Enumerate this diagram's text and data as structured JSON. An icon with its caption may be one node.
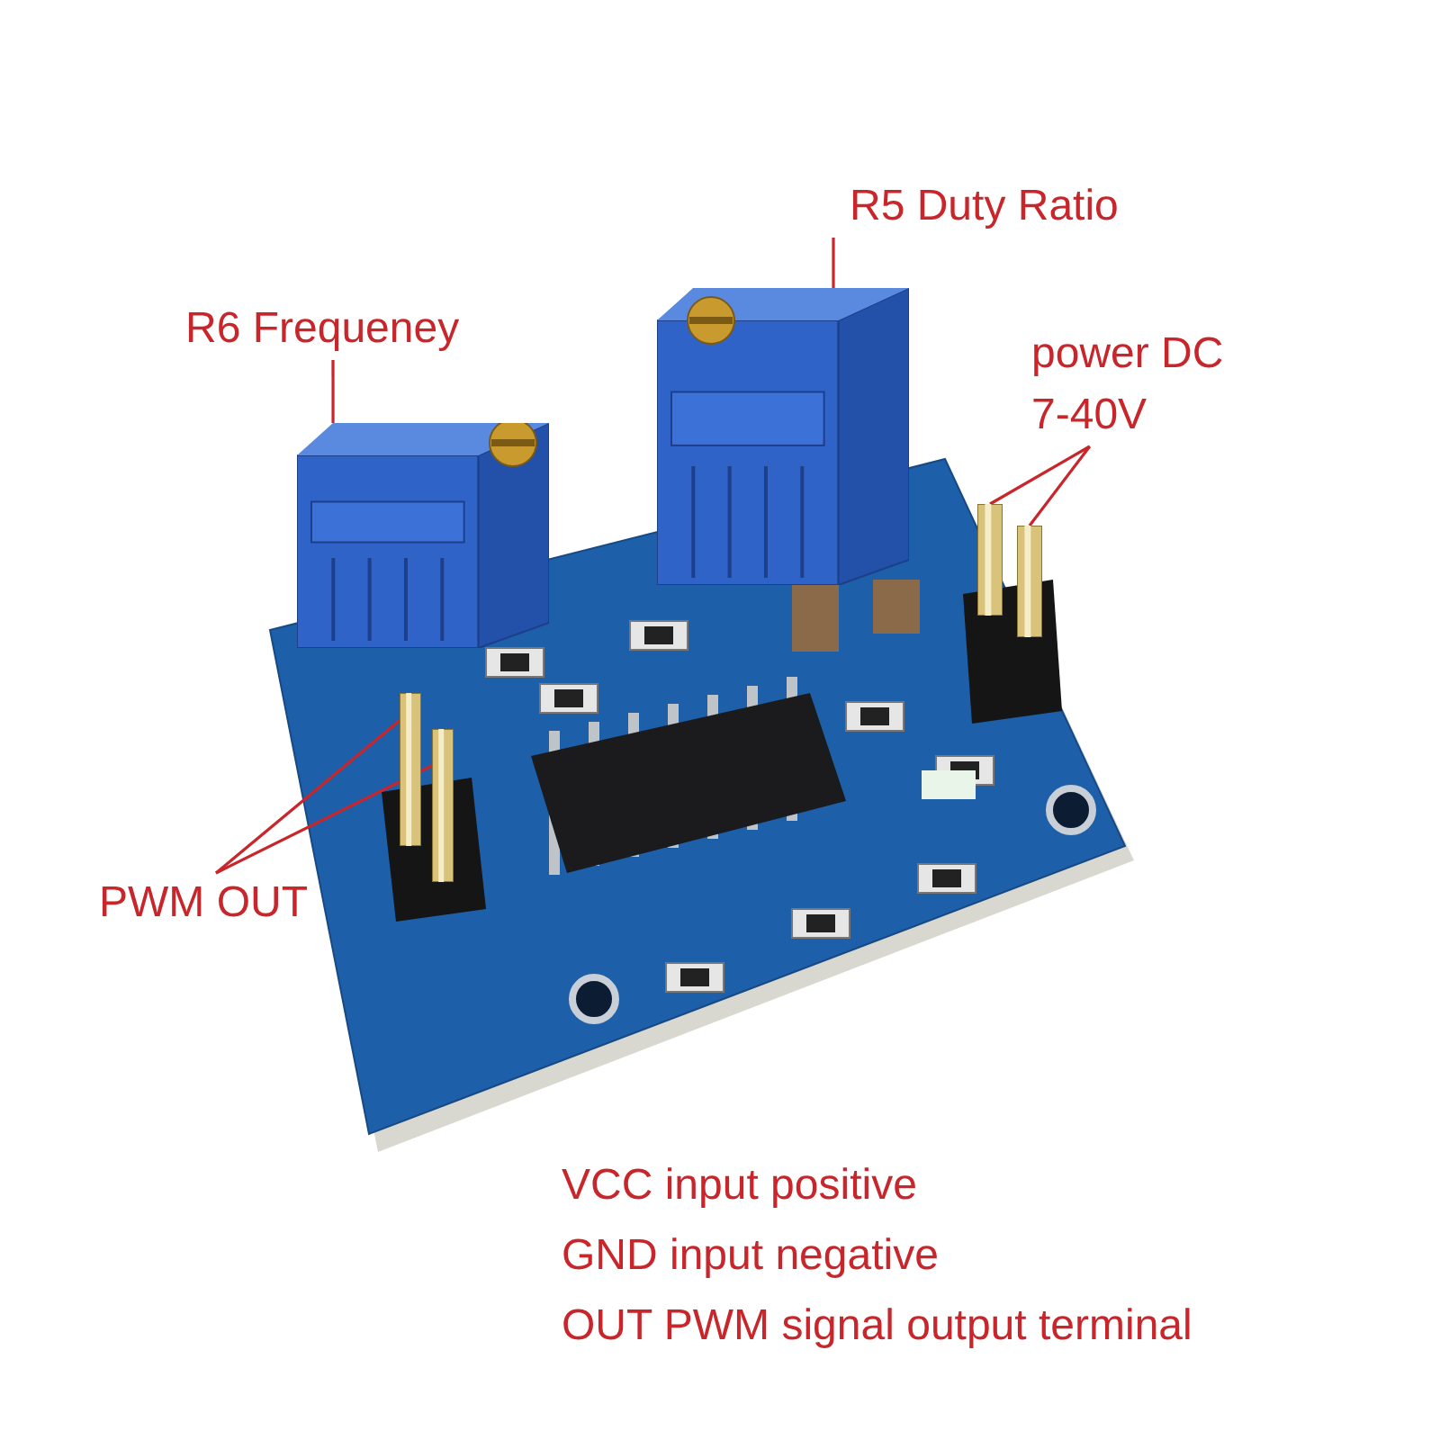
{
  "diagram": {
    "nodes": [
      {
        "text": [
          "R6 Frequeney"
        ]
      },
      {
        "text": [],
        "shape": "picture"
      },
      {
        "text": [
          "R5 Duty Ratio"
        ]
      },
      {
        "text": [],
        "shape": "picture"
      },
      {
        "text": [
          "power DC 7-40V"
        ]
      },
      {
        "text": [],
        "shape": "picture"
      },
      {
        "text": [],
        "shape": "picture"
      },
      {
        "text": [
          "PWM OUT"
        ]
      },
      {
        "text": [],
        "shape": "picture"
      },
      {
        "text": [],
        "shape": "picture"
      }
    ],
    "edges": [
      {
        "from": 0,
        "to": 1,
        "arrow": "none"
      },
      {
        "from": 2,
        "to": 3,
        "arrow": "none"
      },
      {
        "from": 4,
        "to": 5,
        "arrow": "none"
      },
      {
        "from": 4,
        "to": 6,
        "arrow": "none"
      },
      {
        "from": 7,
        "to": 8,
        "arrow": "none"
      },
      {
        "from": 7,
        "to": 9,
        "arrow": "none"
      }
    ],
    "labels": [
      "VCC input positive",
      "GND input negative",
      "OUT PWM signal output terminal"
    ]
  }
}
